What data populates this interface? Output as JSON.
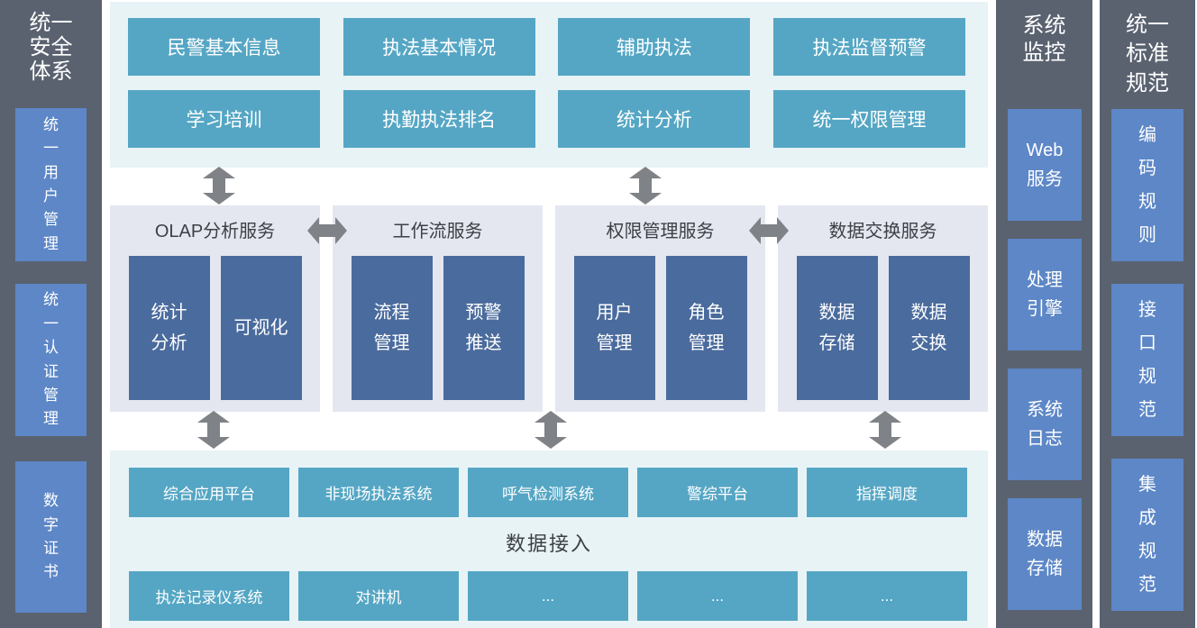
{
  "colors": {
    "sidebar_bg": "#5a6270",
    "blue_box": "#5d87c7",
    "teal_box": "#55a6c4",
    "panel_light": "#e8f3f6",
    "panel_lavender": "#e4e7f0",
    "dark_blue_box": "#4a6b9d",
    "arrow": "#7f8286",
    "title_text": "#3d4045"
  },
  "left_sidebar": {
    "title": "统一\n安全\n体系",
    "items": [
      "统一用户管理",
      "统一认证管理",
      "数字证书"
    ]
  },
  "top_panel": {
    "boxes": [
      "民警基本信息",
      "执法基本情况",
      "辅助执法",
      "执法监督预警",
      "学习培训",
      "执勤执法排名",
      "统计分析",
      "统一权限管理"
    ]
  },
  "middle_panels": [
    {
      "title": "OLAP分析服务",
      "boxes": [
        "统计\n分析",
        "可视化"
      ]
    },
    {
      "title": "工作流服务",
      "boxes": [
        "流程\n管理",
        "预警\n推送"
      ]
    },
    {
      "title": "权限管理服务",
      "boxes": [
        "用户\n管理",
        "角色\n管理"
      ]
    },
    {
      "title": "数据交换服务",
      "boxes": [
        "数据\n存储",
        "数据\n交换"
      ]
    }
  ],
  "bottom_panel": {
    "row1": [
      "综合应用平台",
      "非现场执法系统",
      "呼气检测系统",
      "警综平台",
      "指挥调度"
    ],
    "label": "数据接入",
    "row2": [
      "执法记录仪系统",
      "对讲机",
      "...",
      "...",
      "..."
    ]
  },
  "monitor_column": {
    "title": "系统\n监控",
    "items": [
      "Web\n服务",
      "处理\n引擎",
      "系统\n日志",
      "数据\n存储"
    ]
  },
  "standard_column": {
    "title": "统一\n标准\n规范",
    "items": [
      "编码规则",
      "接口规范",
      "集成规范"
    ]
  }
}
